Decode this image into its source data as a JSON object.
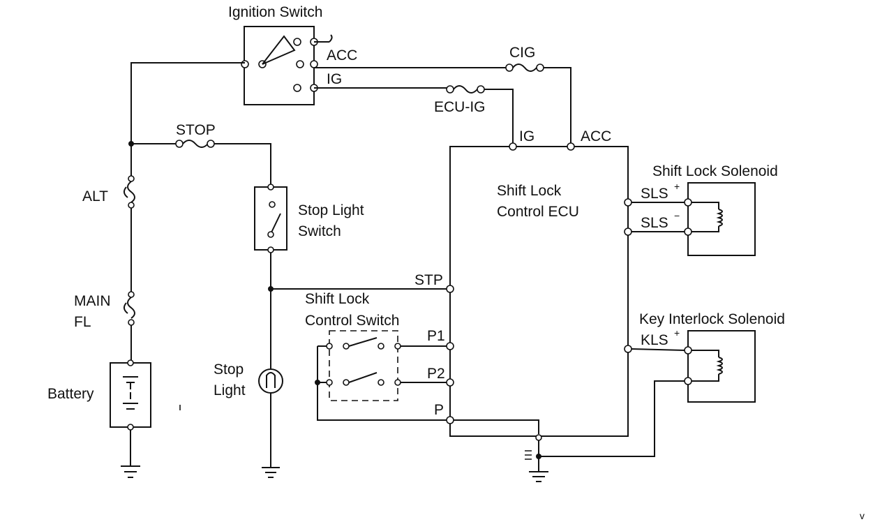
{
  "labels": {
    "ignition_switch": "Ignition Switch",
    "acc_sw": "ACC",
    "ig_sw": "IG",
    "cig": "CIG",
    "ecu_ig": "ECU-IG",
    "stop_fuse": "STOP",
    "alt": "ALT",
    "main": "MAIN",
    "fl": "FL",
    "battery": "Battery",
    "stop_light_switch_1": "Stop Light",
    "stop_light_switch_2": "Switch",
    "stop_light_1": "Stop",
    "stop_light_2": "Light",
    "ecu_1": "Shift Lock",
    "ecu_2": "Control ECU",
    "ecu_ig_pin": "IG",
    "ecu_acc_pin": "ACC",
    "stp": "STP",
    "slcs_1": "Shift Lock",
    "slcs_2": "Control Switch",
    "p1": "P1",
    "p2": "P2",
    "p": "P",
    "sls_title": "Shift Lock Solenoid",
    "sls_plus": "SLS",
    "sls_minus": "SLS",
    "kls_title": "Key Interlock Solenoid",
    "kls_plus": "KLS",
    "sup_plus": "+",
    "sup_minus": "−",
    "corner_mark": "v"
  },
  "colors": {
    "ink": "#111111",
    "paper": "#ffffff"
  }
}
